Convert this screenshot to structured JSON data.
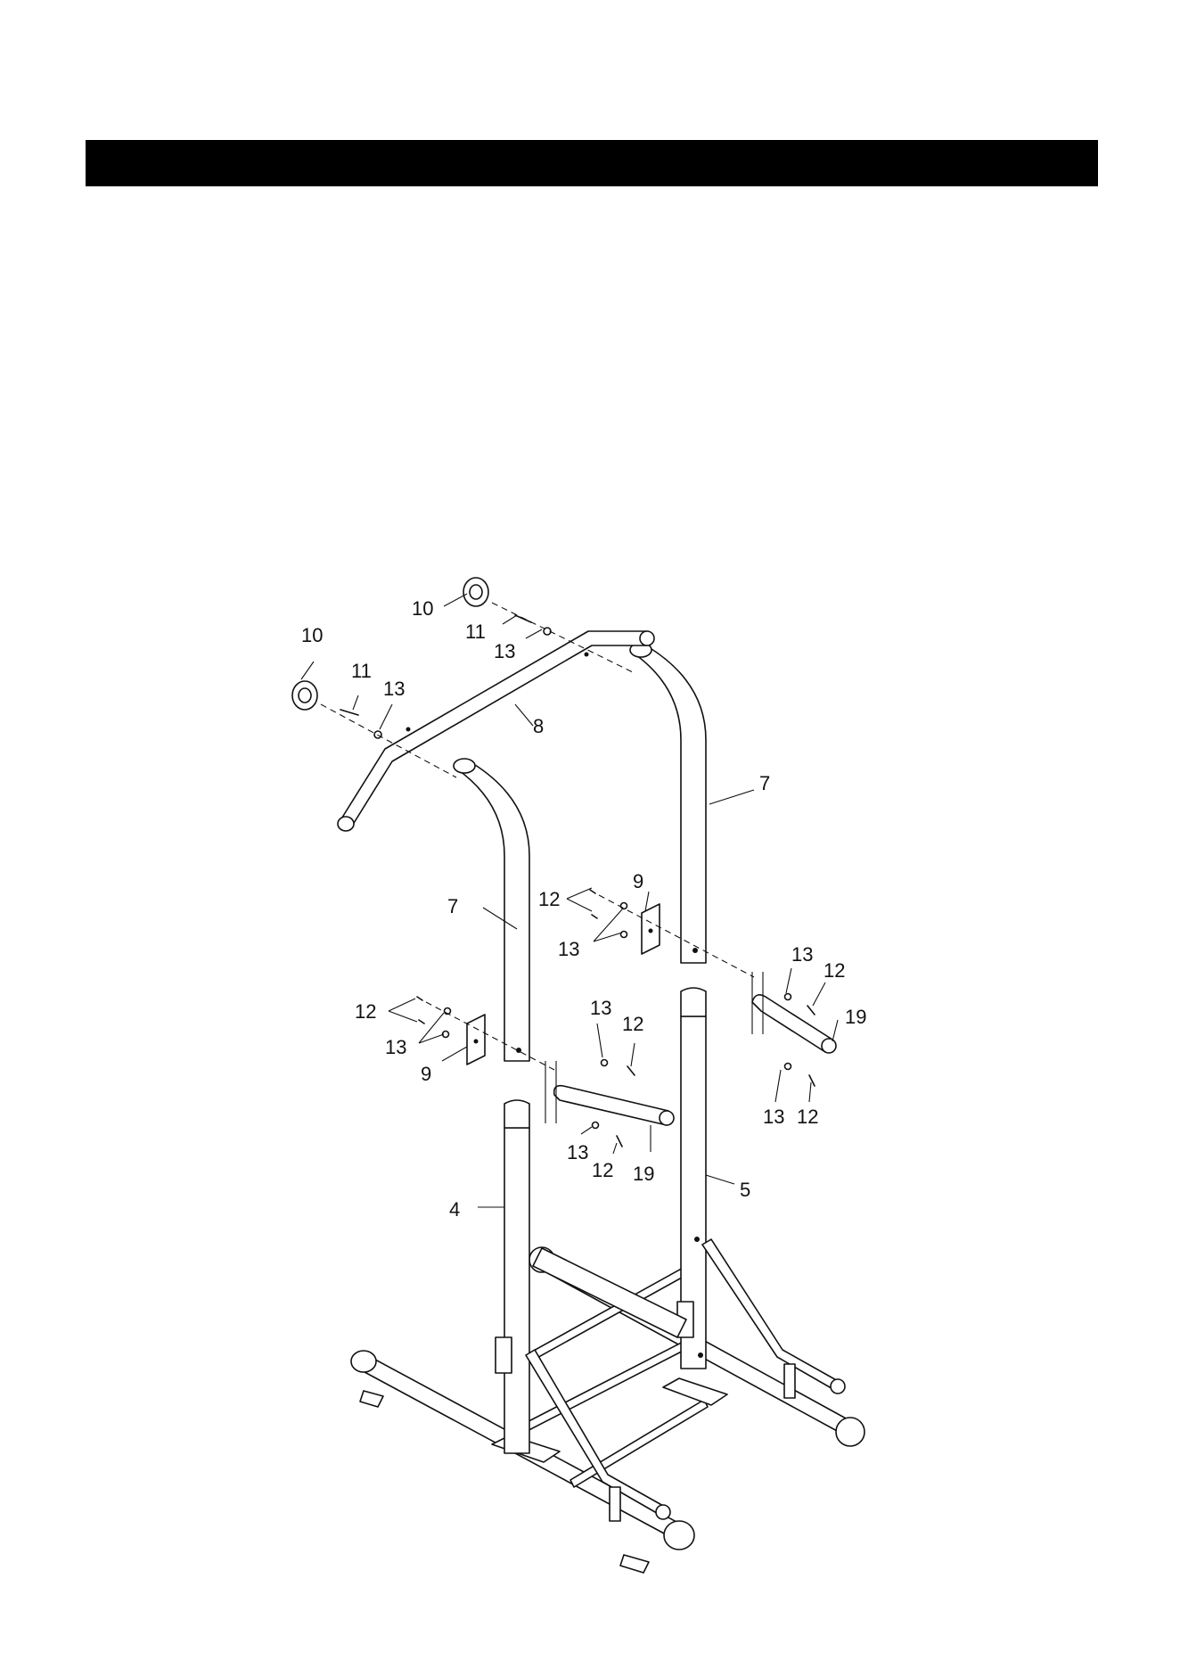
{
  "header": {
    "text": ""
  },
  "diagram": {
    "part_labels": [
      {
        "id": "10a",
        "text": "10"
      },
      {
        "id": "11a",
        "text": "11"
      },
      {
        "id": "13a",
        "text": "13"
      },
      {
        "id": "10b",
        "text": "10"
      },
      {
        "id": "11b",
        "text": "11"
      },
      {
        "id": "13b",
        "text": "13"
      },
      {
        "id": "8",
        "text": "8"
      },
      {
        "id": "7a",
        "text": "7"
      },
      {
        "id": "9a",
        "text": "9"
      },
      {
        "id": "12a",
        "text": "12"
      },
      {
        "id": "13c",
        "text": "13"
      },
      {
        "id": "7b",
        "text": "7"
      },
      {
        "id": "13d",
        "text": "13"
      },
      {
        "id": "12b",
        "text": "12"
      },
      {
        "id": "19a",
        "text": "19"
      },
      {
        "id": "12c",
        "text": "12"
      },
      {
        "id": "13e",
        "text": "13"
      },
      {
        "id": "9b",
        "text": "9"
      },
      {
        "id": "13f",
        "text": "13"
      },
      {
        "id": "12d",
        "text": "12"
      },
      {
        "id": "13g",
        "text": "13"
      },
      {
        "id": "12e",
        "text": "12"
      },
      {
        "id": "13h",
        "text": "13"
      },
      {
        "id": "12f",
        "text": "12"
      },
      {
        "id": "19b",
        "text": "19"
      },
      {
        "id": "5",
        "text": "5"
      },
      {
        "id": "4",
        "text": "4"
      }
    ]
  }
}
